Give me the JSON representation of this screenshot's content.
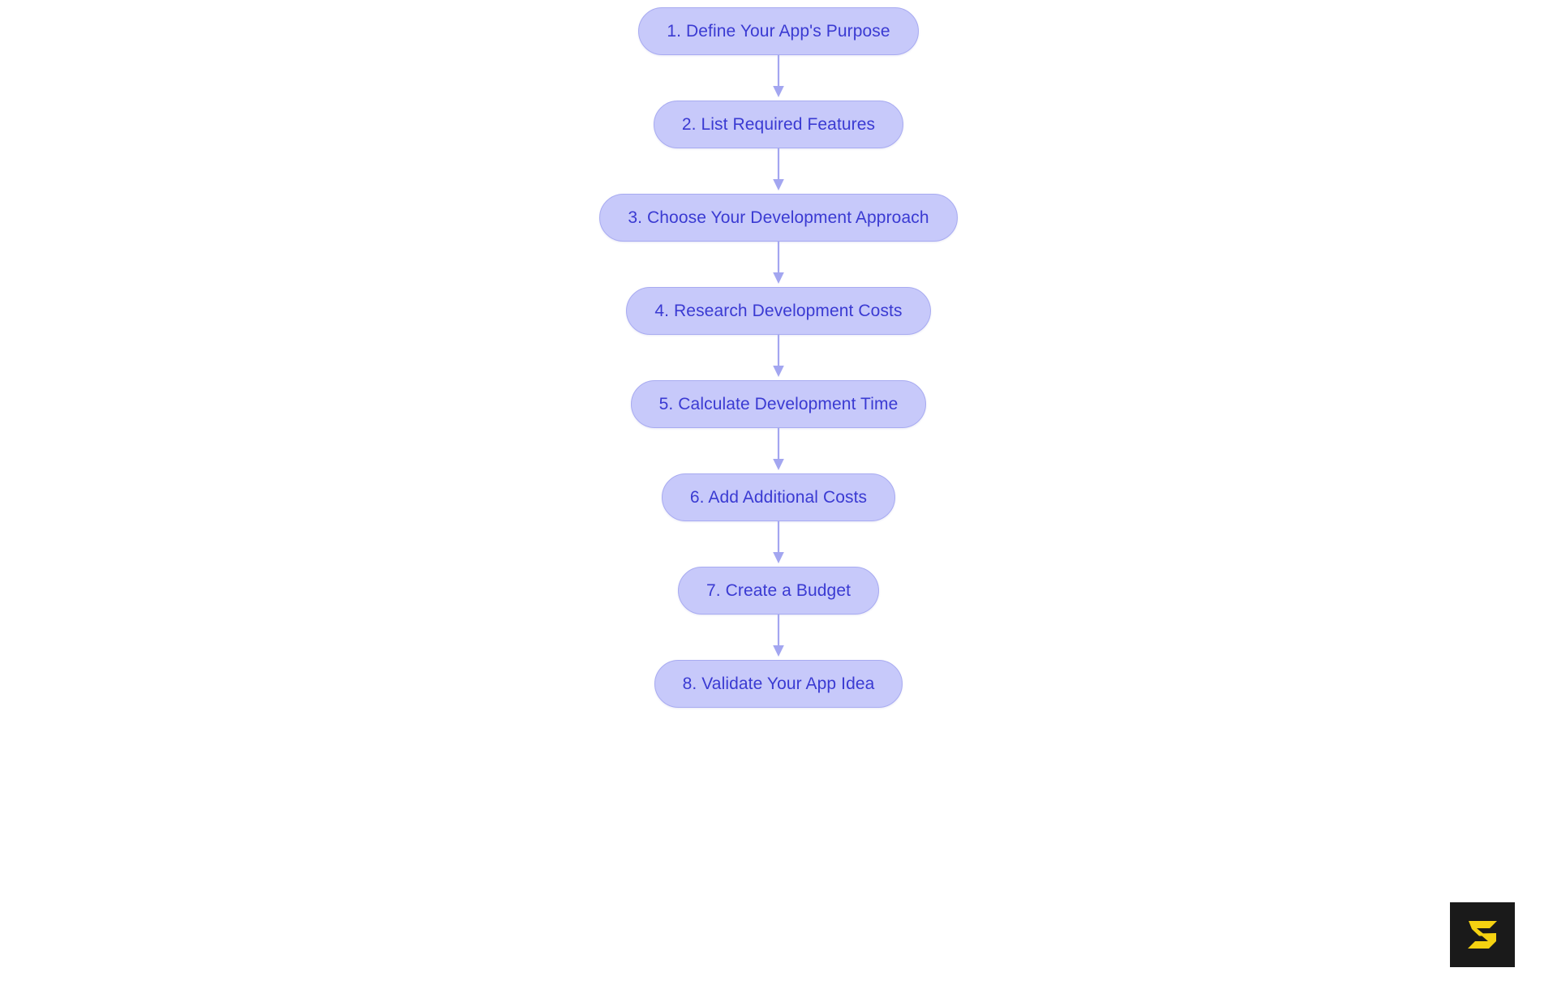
{
  "diagram": {
    "type": "flowchart",
    "orientation": "top-to-bottom",
    "background_color": "#ffffff",
    "node_fill_color": "#c7c9fa",
    "node_border_color": "#a8abf1",
    "node_text_color": "#3a3ad2",
    "edge_color": "#a3a6f0",
    "title": "",
    "nodes": [
      {
        "id": "step-1",
        "label": "1. Define Your App's Purpose"
      },
      {
        "id": "step-2",
        "label": "2. List Required Features"
      },
      {
        "id": "step-3",
        "label": "3. Choose Your Development Approach"
      },
      {
        "id": "step-4",
        "label": "4. Research Development Costs"
      },
      {
        "id": "step-5",
        "label": "5. Calculate Development Time"
      },
      {
        "id": "step-6",
        "label": "6. Add Additional Costs"
      },
      {
        "id": "step-7",
        "label": "7. Create a Budget"
      },
      {
        "id": "step-8",
        "label": "8. Validate Your App Idea"
      }
    ],
    "edges": [
      {
        "from": "step-1",
        "to": "step-2",
        "label": ""
      },
      {
        "from": "step-2",
        "to": "step-3",
        "label": ""
      },
      {
        "from": "step-3",
        "to": "step-4",
        "label": ""
      },
      {
        "from": "step-4",
        "to": "step-5",
        "label": ""
      },
      {
        "from": "step-5",
        "to": "step-6",
        "label": ""
      },
      {
        "from": "step-6",
        "to": "step-7",
        "label": ""
      },
      {
        "from": "step-7",
        "to": "step-8",
        "label": ""
      }
    ]
  },
  "branding": {
    "logo_name": "stylized-letter-s-logo",
    "logo_letter": "S",
    "logo_mark_color": "#f5d211",
    "logo_background_color": "#1a1a1a"
  }
}
